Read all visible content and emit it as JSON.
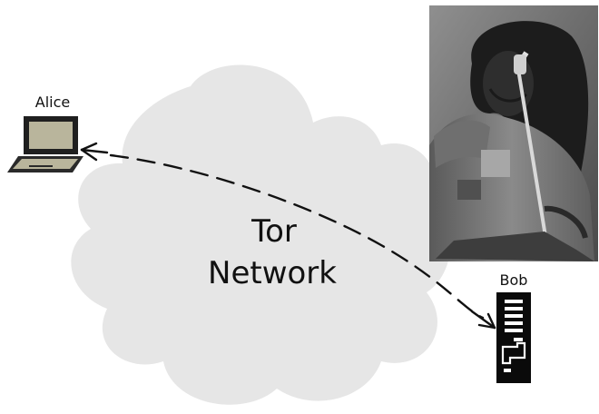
{
  "diagram": {
    "nodes": {
      "alice": {
        "label": "Alice",
        "icon": "laptop-icon"
      },
      "bob": {
        "label": "Bob",
        "icon": "server-icon"
      }
    },
    "cloud": {
      "line1": "Tor",
      "line2": "Network",
      "color": "#e6e6e6"
    },
    "photo": {
      "subject": "performer-with-microphone-photo"
    },
    "connection": {
      "style": "dashed",
      "direction": "bidirectional",
      "color": "#111111"
    }
  }
}
